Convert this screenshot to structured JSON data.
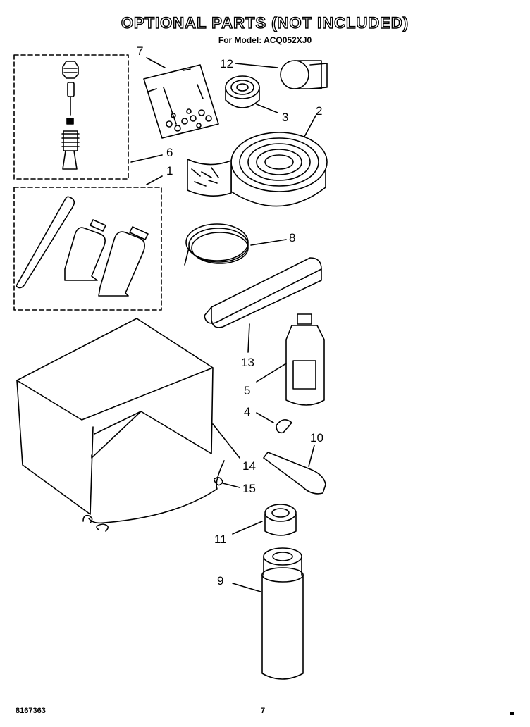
{
  "header": {
    "title": "OPTIONAL PARTS (NOT INCLUDED)",
    "model_line": "For Model: ACQ052XJ0"
  },
  "footer": {
    "doc_number": "8167363",
    "page_number": "7"
  },
  "callouts": [
    "7",
    "12",
    "3",
    "2",
    "6",
    "1",
    "8",
    "13",
    "5",
    "4",
    "10",
    "14",
    "15",
    "11",
    "9"
  ],
  "parts": [
    {
      "callout": "1",
      "icon": "tube-kit-icon"
    },
    {
      "callout": "2",
      "icon": "foam-tape-roll-icon"
    },
    {
      "callout": "3",
      "icon": "small-tape-roll-icon"
    },
    {
      "callout": "4",
      "icon": "plug-icon"
    },
    {
      "callout": "5",
      "icon": "bottle-icon"
    },
    {
      "callout": "6",
      "icon": "valve-fitting-icon"
    },
    {
      "callout": "7",
      "icon": "hardware-bag-icon"
    },
    {
      "callout": "8",
      "icon": "wire-coil-icon"
    },
    {
      "callout": "9",
      "icon": "spray-can-icon"
    },
    {
      "callout": "10",
      "icon": "tube-icon"
    },
    {
      "callout": "11",
      "icon": "cap-icon"
    },
    {
      "callout": "12",
      "icon": "tape-roll-icon"
    },
    {
      "callout": "13",
      "icon": "foam-block-icon"
    },
    {
      "callout": "14",
      "icon": "cover-icon"
    },
    {
      "callout": "15",
      "icon": "cord-icon"
    }
  ]
}
